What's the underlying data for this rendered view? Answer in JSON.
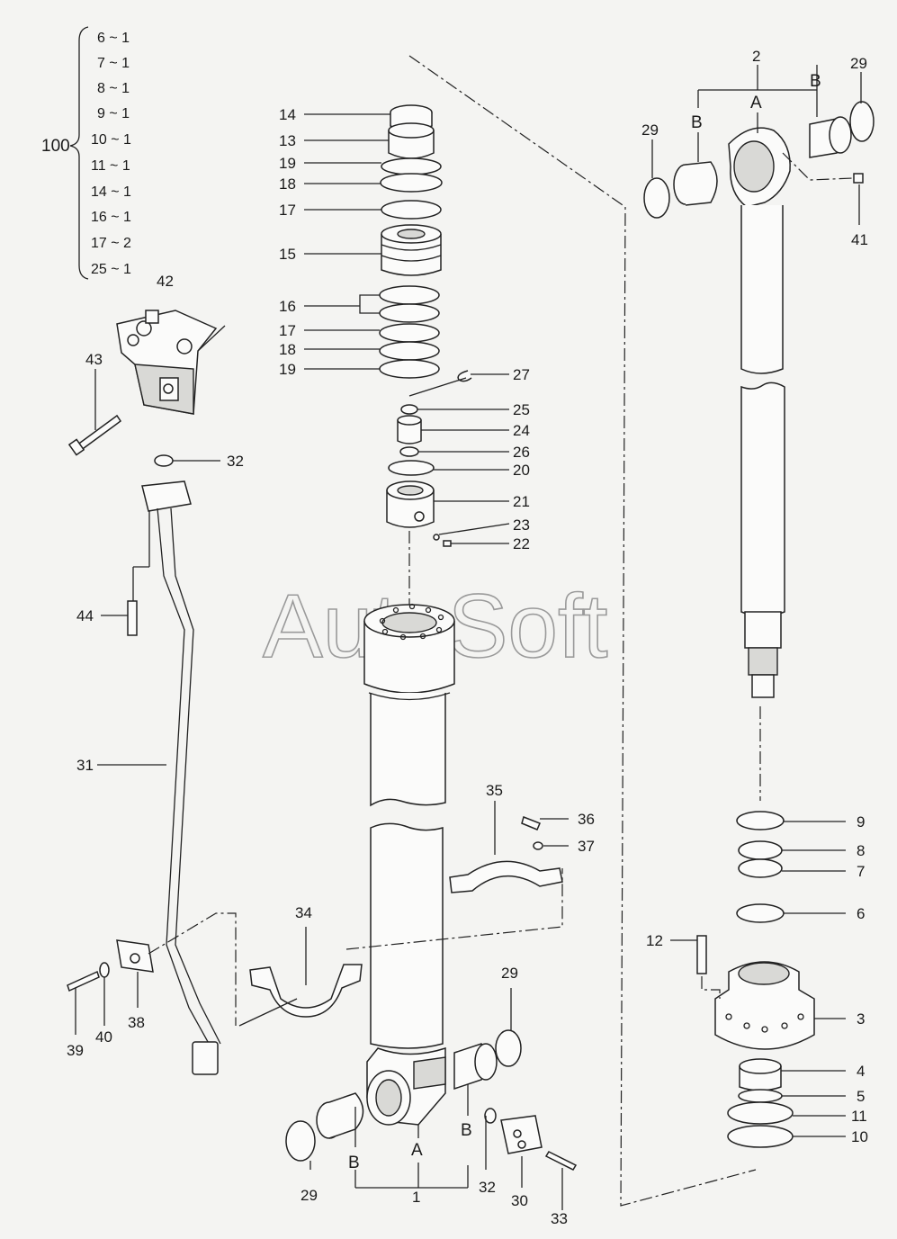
{
  "watermark": "AutoSoft",
  "kit": {
    "number": "100",
    "items": [
      "6 ~ 1",
      "7 ~ 1",
      "8 ~ 1",
      "9 ~ 1",
      "10 ~ 1",
      "11 ~ 1",
      "14 ~ 1",
      "16 ~ 1",
      "17 ~ 2",
      "25 ~ 1"
    ]
  },
  "callouts": {
    "c1": "1",
    "c2": "2",
    "c3": "3",
    "c4": "4",
    "c5": "5",
    "c6": "6",
    "c7": "7",
    "c8": "8",
    "c9": "9",
    "c10": "10",
    "c11": "11",
    "c12": "12",
    "c13": "13",
    "c14": "14",
    "c15": "15",
    "c16": "16",
    "c17": "17",
    "c18": "18",
    "c19": "19",
    "c20": "20",
    "c21": "21",
    "c22": "22",
    "c23": "23",
    "c24": "24",
    "c25": "25",
    "c26": "26",
    "c27": "27",
    "c29": "29",
    "c30": "30",
    "c31": "31",
    "c32": "32",
    "c33": "33",
    "c34": "34",
    "c35": "35",
    "c36": "36",
    "c37": "37",
    "c38": "38",
    "c39": "39",
    "c40": "40",
    "c41": "41",
    "c42": "42",
    "c43": "43",
    "c44": "44"
  },
  "letters": {
    "a": "A",
    "b": "B"
  }
}
